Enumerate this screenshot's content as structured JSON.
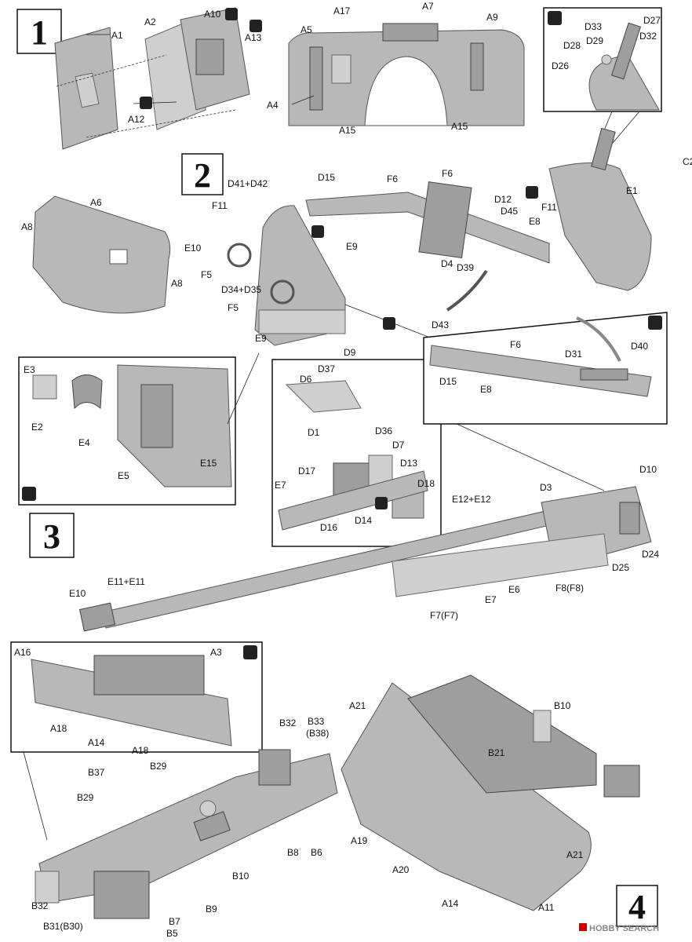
{
  "steps": [
    {
      "id": "step1",
      "number": "1"
    },
    {
      "id": "step2",
      "number": "2"
    },
    {
      "id": "step3",
      "number": "3"
    },
    {
      "id": "step4",
      "number": "4"
    }
  ],
  "page_corner_text": "C2",
  "watermark": "HOBBY SEARCH",
  "icons": {
    "glue": "glue-icon",
    "cement": "cement-icon"
  },
  "labels": {
    "a1": "A1",
    "a2": "A2",
    "a10": "A10",
    "a13": "A13",
    "a12": "A12",
    "a5": "A5",
    "a17": "A17",
    "a7": "A7",
    "a9": "A9",
    "a4": "A4",
    "a15a": "A15",
    "a15b": "A15",
    "a6": "A6",
    "a8a": "A8",
    "a8b": "A8",
    "d33": "D33",
    "d27": "D27",
    "d29": "D29",
    "d32": "D32",
    "d28": "D28",
    "d26": "D26",
    "d41d42": "D41+D42",
    "d15a": "D15",
    "f6a": "F6",
    "f6b": "F6",
    "d12": "D12",
    "d45": "D45",
    "e8a": "E8",
    "e1": "E1",
    "f11a": "F11",
    "f11b": "F11",
    "e10a": "E10",
    "f5a": "F5",
    "f5b": "F5",
    "d34d35": "D34+D35",
    "e9a": "E9",
    "e9b": "E9",
    "d4": "D4",
    "d39": "D39",
    "d43": "D43",
    "d9": "D9",
    "e3": "E3",
    "e2": "E2",
    "e4": "E4",
    "e5": "E5",
    "e15": "E15",
    "d37": "D37",
    "d6": "D6",
    "d1": "D1",
    "d36": "D36",
    "d7": "D7",
    "d13": "D13",
    "d17": "D17",
    "d18": "D18",
    "e7a": "E7",
    "d16": "D16",
    "d14": "D14",
    "f6c": "F6",
    "d31": "D31",
    "d40": "D40",
    "d15b": "D15",
    "e8b": "E8",
    "d10": "D10",
    "d3": "D3",
    "e12e12": "E12+E12",
    "d24": "D24",
    "d25": "D25",
    "e11e11": "E11+E11",
    "e10b": "E10",
    "f8": "F8(F8)",
    "e6": "E6",
    "e7b": "E7",
    "f7": "F7(F7)",
    "a16": "A16",
    "a3": "A3",
    "a18a": "A18",
    "a14a": "A14",
    "a18b": "A18",
    "b32a": "B32",
    "b33": "B33",
    "b38": "(B38)",
    "b29a": "B29",
    "b37": "B37",
    "b29b": "B29",
    "b8": "B8",
    "b6": "B6",
    "b10a": "B10",
    "b32b": "B32",
    "b9": "B9",
    "b7": "B7",
    "b31": "B31(B30)",
    "b5": "B5",
    "a21a": "A21",
    "b10b": "B10",
    "b21": "B21",
    "a19": "A19",
    "a20": "A20",
    "a21b": "A21",
    "a14b": "A14",
    "a11": "A11"
  }
}
